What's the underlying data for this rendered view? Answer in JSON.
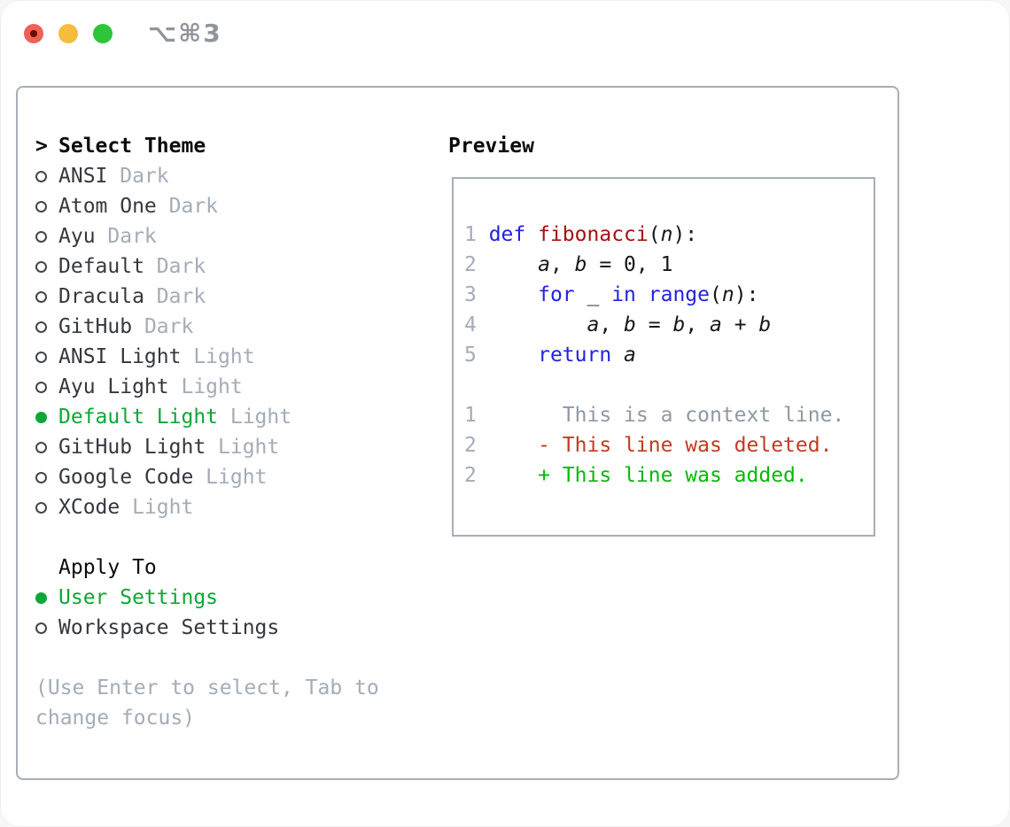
{
  "window": {
    "title": "⌥⌘3"
  },
  "colors": {
    "accent_green": "#0ca737",
    "diff_added_green": "#06b906",
    "diff_deleted_red": "#c23a22",
    "keyword_blue": "#2222e1",
    "function_red": "#a31212",
    "muted_gray": "#a4acb8",
    "border_gray": "#a7aeb8",
    "traffic_red": "#f15f55",
    "traffic_yellow": "#f6bc3e",
    "traffic_green": "#2ec43c"
  },
  "theme_panel": {
    "cursor": ">",
    "title": "Select Theme",
    "themes": [
      {
        "name": "ANSI",
        "variant": "Dark",
        "selected": false
      },
      {
        "name": "Atom One",
        "variant": "Dark",
        "selected": false
      },
      {
        "name": "Ayu",
        "variant": "Dark",
        "selected": false
      },
      {
        "name": "Default",
        "variant": "Dark",
        "selected": false
      },
      {
        "name": "Dracula",
        "variant": "Dark",
        "selected": false
      },
      {
        "name": "GitHub",
        "variant": "Dark",
        "selected": false
      },
      {
        "name": "ANSI Light",
        "variant": "Light",
        "selected": false
      },
      {
        "name": "Ayu Light",
        "variant": "Light",
        "selected": false
      },
      {
        "name": "Default Light",
        "variant": "Light",
        "selected": true
      },
      {
        "name": "GitHub Light",
        "variant": "Light",
        "selected": false
      },
      {
        "name": "Google Code",
        "variant": "Light",
        "selected": false
      },
      {
        "name": "XCode",
        "variant": "Light",
        "selected": false
      }
    ],
    "apply_to": {
      "label": "Apply To",
      "options": [
        {
          "label": "User Settings",
          "selected": true
        },
        {
          "label": "Workspace Settings",
          "selected": false
        }
      ]
    },
    "hint_lines": [
      "(Use Enter to select, Tab to",
      "change focus)"
    ]
  },
  "preview": {
    "label": "Preview",
    "lines": [
      {
        "tokens": [
          {
            "t": "1 ",
            "c": "ln"
          },
          {
            "t": "def",
            "c": "kw"
          },
          {
            "t": " ",
            "c": "p"
          },
          {
            "t": "fibonacci",
            "c": "fn"
          },
          {
            "t": "(",
            "c": "p"
          },
          {
            "t": "n",
            "c": "v"
          },
          {
            "t": "):",
            "c": "p"
          }
        ]
      },
      {
        "tokens": [
          {
            "t": "2 ",
            "c": "ln"
          },
          {
            "t": "    ",
            "c": "p"
          },
          {
            "t": "a",
            "c": "v"
          },
          {
            "t": ", ",
            "c": "p"
          },
          {
            "t": "b",
            "c": "v"
          },
          {
            "t": " = 0, 1",
            "c": "p"
          }
        ]
      },
      {
        "tokens": [
          {
            "t": "3 ",
            "c": "ln"
          },
          {
            "t": "    ",
            "c": "p"
          },
          {
            "t": "for",
            "c": "kw"
          },
          {
            "t": " _ ",
            "c": "p"
          },
          {
            "t": "in",
            "c": "kw"
          },
          {
            "t": " ",
            "c": "p"
          },
          {
            "t": "range",
            "c": "kw"
          },
          {
            "t": "(",
            "c": "p"
          },
          {
            "t": "n",
            "c": "v"
          },
          {
            "t": "):",
            "c": "p"
          }
        ]
      },
      {
        "tokens": [
          {
            "t": "4 ",
            "c": "ln"
          },
          {
            "t": "        ",
            "c": "p"
          },
          {
            "t": "a",
            "c": "v"
          },
          {
            "t": ", ",
            "c": "p"
          },
          {
            "t": "b",
            "c": "v"
          },
          {
            "t": " = ",
            "c": "p"
          },
          {
            "t": "b",
            "c": "v"
          },
          {
            "t": ", ",
            "c": "p"
          },
          {
            "t": "a",
            "c": "v"
          },
          {
            "t": " + ",
            "c": "p"
          },
          {
            "t": "b",
            "c": "v"
          }
        ]
      },
      {
        "tokens": [
          {
            "t": "5 ",
            "c": "ln"
          },
          {
            "t": "    ",
            "c": "p"
          },
          {
            "t": "return",
            "c": "kw"
          },
          {
            "t": " ",
            "c": "p"
          },
          {
            "t": "a",
            "c": "v"
          }
        ]
      },
      {
        "tokens": []
      },
      {
        "tokens": [
          {
            "t": "1 ",
            "c": "ln"
          },
          {
            "t": "      This is a context line.",
            "c": "ctx"
          }
        ]
      },
      {
        "tokens": [
          {
            "t": "2 ",
            "c": "ln"
          },
          {
            "t": "    ",
            "c": "p"
          },
          {
            "t": "- This line was deleted.",
            "c": "del"
          }
        ]
      },
      {
        "tokens": [
          {
            "t": "2 ",
            "c": "ln"
          },
          {
            "t": "    ",
            "c": "p"
          },
          {
            "t": "+ This line was added.",
            "c": "add"
          }
        ]
      }
    ]
  }
}
